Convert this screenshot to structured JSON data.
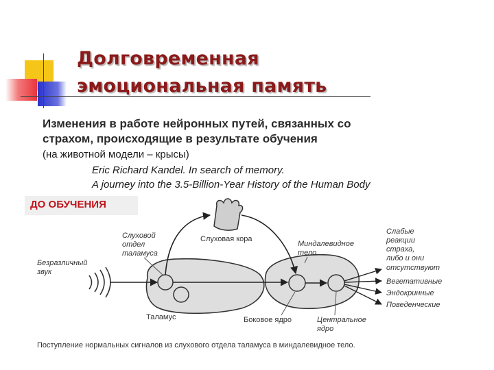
{
  "title_line1": "Долговременная",
  "title_line2": "эмоциональная память",
  "subtitle_line1": "Изменения в работе нейронных путей, связанных со",
  "subtitle_line2": "страхом, происходящие в результате обучения",
  "note": "(на животной модели – крысы)",
  "reference_line1": "Eric Richard Kandel. In search of memory.",
  "reference_line2": "A journey into the 3.5-Billion-Year History of the Human Body",
  "badge": "ДО ОБУЧЕНИЯ",
  "diagram": {
    "auditory_thalamus_1": "Слуховой",
    "auditory_thalamus_2": "отдел",
    "auditory_thalamus_3": "таламуса",
    "auditory_cortex": "Слуховая кора",
    "amygdala_1": "Миндалевидное",
    "amygdala_2": "тело",
    "neutral_sound_1": "Безразличный",
    "neutral_sound_2": "звук",
    "thalamus": "Таламус",
    "lateral_nucleus": "Боковое ядро",
    "central_nucleus_1": "Центральное",
    "central_nucleus_2": "ядро",
    "weak_reactions_1": "Слабые",
    "weak_reactions_2": "реакции",
    "weak_reactions_3": "страха,",
    "weak_reactions_4": "либо и они",
    "weak_reactions_5": "отсутствуют",
    "autonomic": "Вегетативные",
    "endocrine": "Эндокринные",
    "behavioral": "Поведенческие"
  },
  "caption": "Поступление нормальных сигналов из слухового отдела таламуса в миндалевидное тело.",
  "colors": {
    "title": "#8b1a1a",
    "badge_text": "#c0141c",
    "deco_yellow": "#f5c518",
    "deco_red": "#e8353a",
    "deco_blue": "#2a33c8"
  }
}
